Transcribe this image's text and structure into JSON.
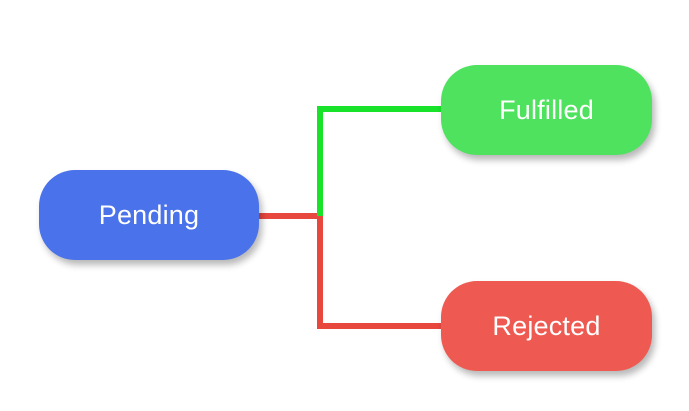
{
  "diagram": {
    "nodes": {
      "pending": {
        "label": "Pending",
        "color": "#4a72ea"
      },
      "fulfilled": {
        "label": "Fulfilled",
        "color": "#4ee25e"
      },
      "rejected": {
        "label": "Rejected",
        "color": "#ee5a51"
      }
    },
    "edges": [
      {
        "from": "Pending",
        "to": "Fulfilled",
        "color": "#18e22a"
      },
      {
        "from": "Pending",
        "to": "Rejected",
        "color": "#e8473e"
      }
    ]
  }
}
